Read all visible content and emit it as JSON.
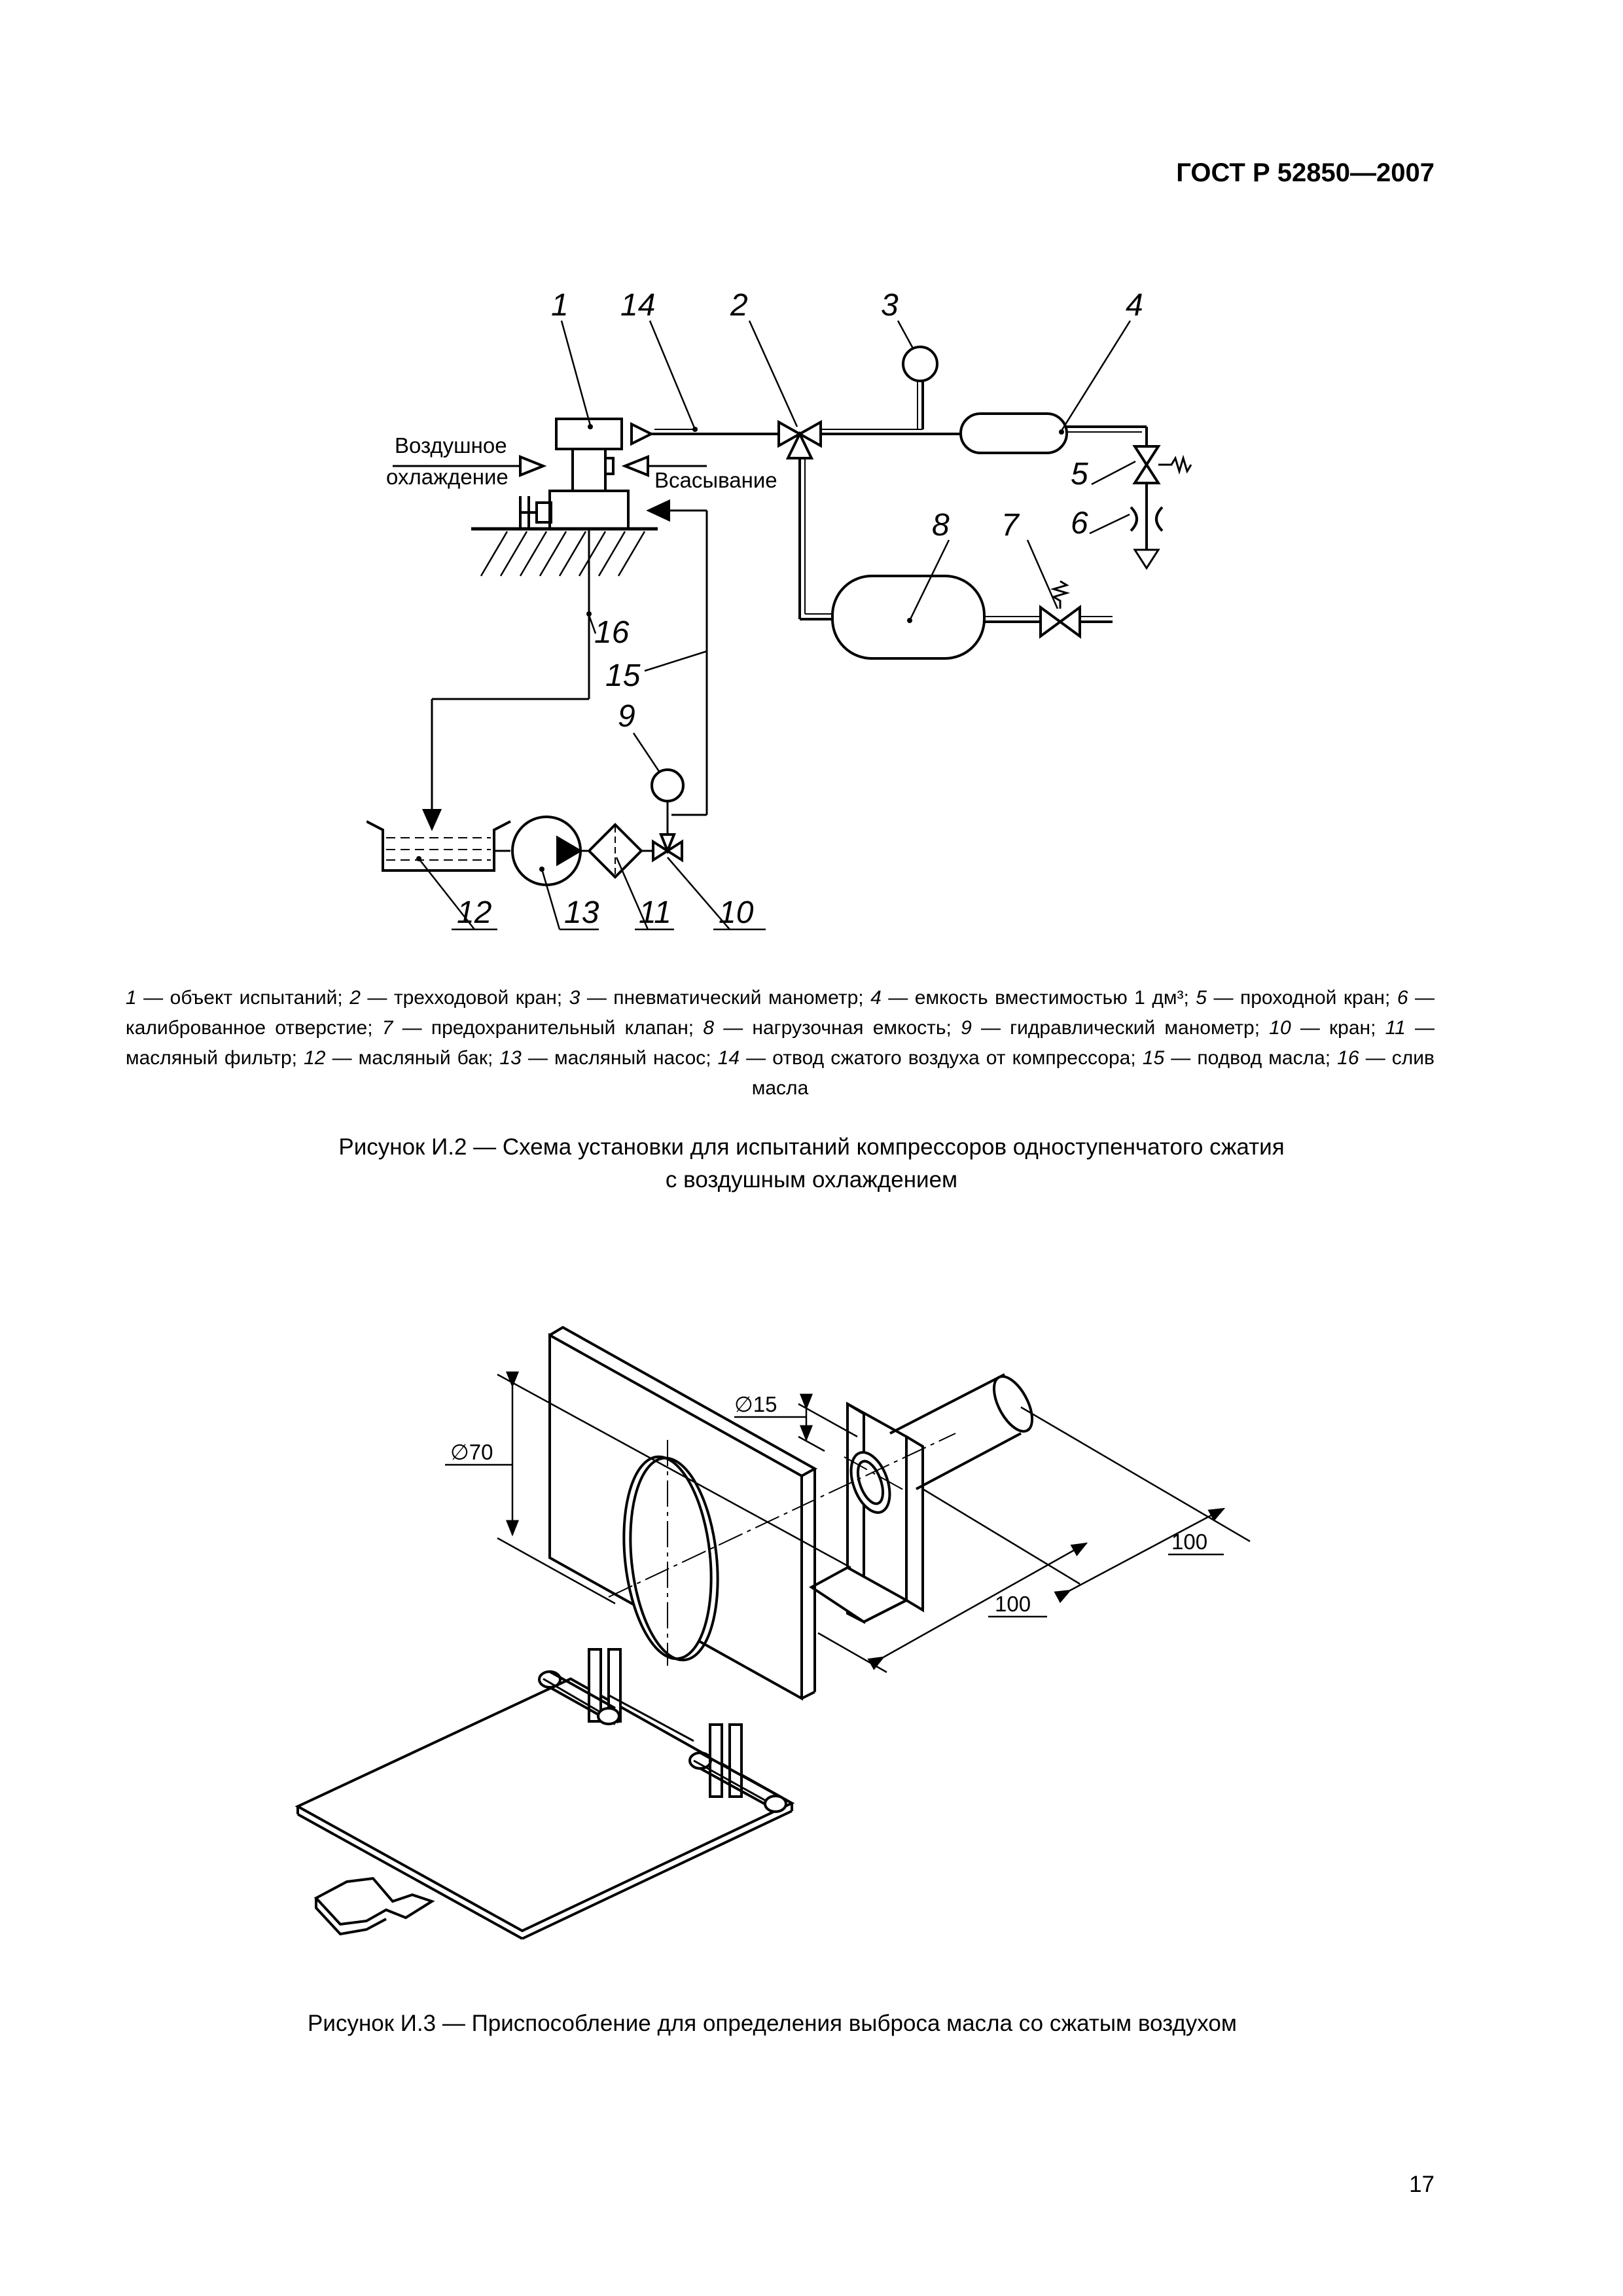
{
  "header": {
    "doc_code": "ГОСТ Р 52850—2007"
  },
  "figure2": {
    "labels": [
      "1",
      "14",
      "2",
      "3",
      "4",
      "5",
      "6",
      "8",
      "7",
      "16",
      "15",
      "9",
      "12",
      "13",
      "11",
      "10"
    ],
    "air_cooling_line1": "Воздушное",
    "air_cooling_line2": "охлаждение",
    "suction": "Всасывание"
  },
  "legend": [
    {
      "n": "1",
      "t": " — объект испытаний; "
    },
    {
      "n": "2",
      "t": " — трехходовой кран; "
    },
    {
      "n": "3",
      "t": " — пневматический манометр; "
    },
    {
      "n": "4",
      "t": " — емкость вместимостью 1 дм³; "
    },
    {
      "n": "5",
      "t": " — проходной кран; "
    },
    {
      "n": "6",
      "t": " — калиброванное отверстие; "
    },
    {
      "n": "7",
      "t": " — предохранительный клапан; "
    },
    {
      "n": "8",
      "t": " — нагрузочная емкость; "
    },
    {
      "n": "9",
      "t": " — гидравлический манометр; "
    },
    {
      "n": "10",
      "t": " — кран; "
    },
    {
      "n": "11",
      "t": " — масляный фильтр; "
    },
    {
      "n": "12",
      "t": " — масляный бак; "
    },
    {
      "n": "13",
      "t": " — масляный насос; "
    },
    {
      "n": "14",
      "t": " — отвод сжатого воздуха от компрессора; "
    },
    {
      "n": "15",
      "t": " — подвод масла; "
    },
    {
      "n": "16",
      "t": " — слив масла"
    }
  ],
  "caption2": {
    "line1": "Рисунок И.2 — Схема установки для испытаний компрессоров одноступенчатого сжатия",
    "line2": "с воздушным охлаждением"
  },
  "figure3": {
    "dim_d70": "∅70",
    "dim_d15": "∅15",
    "dim_100a": "100",
    "dim_100b": "100"
  },
  "caption3": "Рисунок И.3 — Приспособление для определения выброса масла со сжатым воздухом",
  "page_number": "17"
}
